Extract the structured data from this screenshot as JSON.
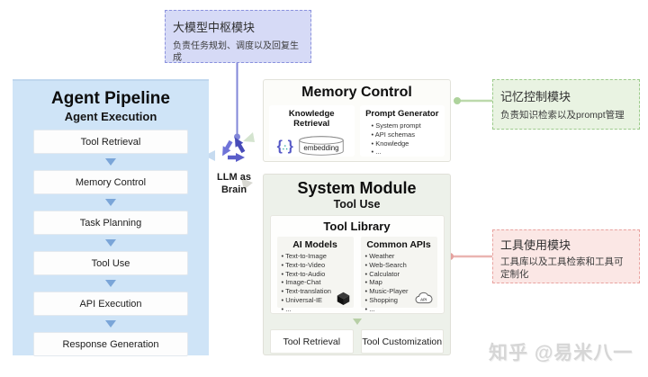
{
  "colors": {
    "pipeline_bg": "#cfe4f7",
    "purple_note_bg": "#d6daf6",
    "purple_accent": "#8287d8",
    "blue_arrow": "#7aa5d8",
    "green_note_bg": "#e9f3e2",
    "green_accent": "#9ccb8b",
    "pink_note_bg": "#fbe7e5",
    "pink_accent": "#e9a3a0",
    "system_module_bg": "#edf1ea",
    "memory_panel_bg": "#fcfcf9"
  },
  "annotations": {
    "llm_module": {
      "title": "大模型中枢模块",
      "desc": "负责任务规划、调度以及回复生成"
    },
    "memory_module": {
      "title": "记忆控制模块",
      "desc": "负责知识检索以及prompt管理"
    },
    "tool_module": {
      "title": "工具使用模块",
      "desc": "工具库以及工具检索和工具可定制化"
    }
  },
  "pipeline": {
    "title": "Agent Pipeline",
    "subtitle": "Agent Execution",
    "steps": [
      "Tool Retrieval",
      "Memory Control",
      "Task Planning",
      "Tool Use",
      "API Execution",
      "Response Generation"
    ]
  },
  "llm_brain": {
    "label": "LLM as Brain"
  },
  "memory_control": {
    "title": "Memory Control",
    "knowledge_retrieval": {
      "title": "Knowledge Retrieval",
      "embedding_label": "embedding"
    },
    "prompt_generator": {
      "title": "Prompt Generator",
      "items": [
        "System prompt",
        "API schemas",
        "Knowledge",
        "..."
      ]
    }
  },
  "system_module": {
    "title": "System Module",
    "subtitle": "Tool Use",
    "tool_library": {
      "title": "Tool Library",
      "ai_models": {
        "title": "AI Models",
        "items": [
          "Text-to-Image",
          "Text-to-Video",
          "Text-to-Audio",
          "Image-Chat",
          "Text-translation",
          "Universal-IE",
          "..."
        ]
      },
      "common_apis": {
        "title": "Common APIs",
        "icon_label": "API",
        "items": [
          "Weather",
          "Web-Search",
          "Calculator",
          "Map",
          "Music-Player",
          "Shopping",
          "..."
        ]
      }
    },
    "actions": [
      "Tool Retrieval",
      "Tool Customization"
    ]
  },
  "watermark": "知乎 @易米八一"
}
